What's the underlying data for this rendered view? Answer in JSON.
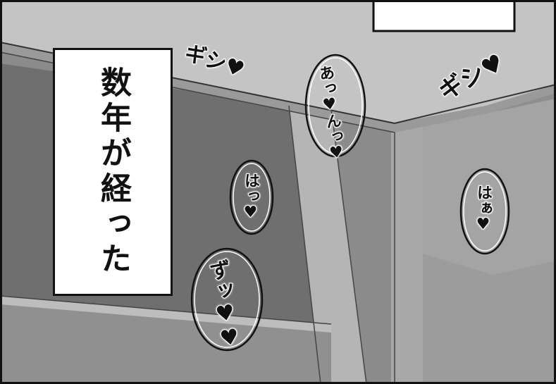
{
  "caption": {
    "text": "数年が経った"
  },
  "sound_effects": {
    "creak_left": "ギシ♥",
    "creak_right": "ギシ♥",
    "moan_top": "あっ♥んっ♥",
    "moan_small": "はっ♥",
    "moan_right": "はぁ♥",
    "moan_bottom": "ずッ♥♥"
  },
  "colors": {
    "desk_top": "#c4c4c4",
    "desk_edge": "#9a9a9a",
    "shadow": "#555555",
    "floor": "#7a7a7a",
    "text": "#111111",
    "caption_bg": "#ffffff"
  }
}
